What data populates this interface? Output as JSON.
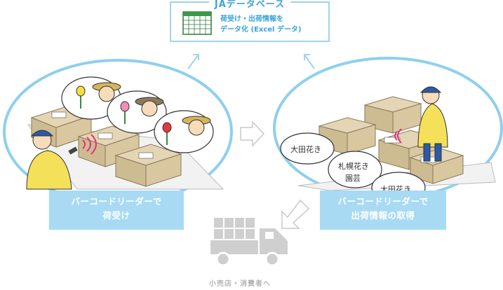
{
  "ja_box": {
    "title": "JAデータベース",
    "line1": "荷受け・出荷情報を",
    "line2": "データ化 (Excel データ)"
  },
  "left_label": {
    "line1": "バーコードリーダーで",
    "line2": "荷受け"
  },
  "right_label": {
    "line1": "バーコードリーダーで",
    "line2": "出荷情報の取得"
  },
  "speech": {
    "bubble1": "大田花き",
    "bubble2_line1": "札幌花き",
    "bubble2_line2": "園芸",
    "bubble3": "大田花き"
  },
  "bottom_label": "小売店・消費者へ",
  "colors": {
    "accent": "#3aa3d9",
    "label_bg": "#a8daf4",
    "oval": "#8fcfef",
    "truck": "#cfcfcf"
  }
}
